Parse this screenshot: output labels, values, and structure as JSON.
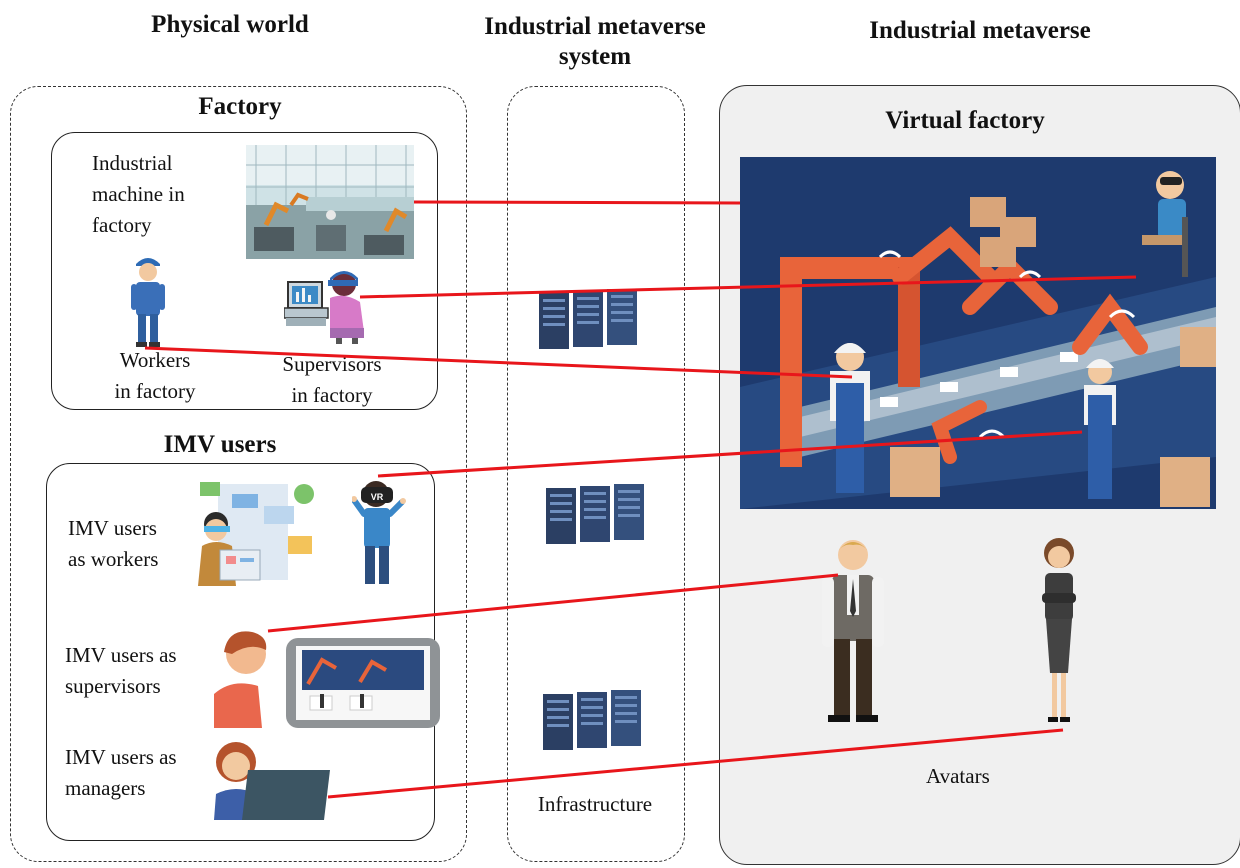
{
  "columns": {
    "physical": "Physical world",
    "system_line1": "Industrial metaverse",
    "system_line2": "system",
    "metaverse": "Industrial metaverse"
  },
  "factory": {
    "title": "Factory",
    "machine_line1": "Industrial",
    "machine_line2": "machine in",
    "machine_line3": "factory",
    "workers_line1": "Workers",
    "workers_line2": "in factory",
    "supervisors_line1": "Supervisors",
    "supervisors_line2": "in factory"
  },
  "imv": {
    "title": "IMV users",
    "workers_line1": "IMV users",
    "workers_line2": "as workers",
    "supervisors_line1": "IMV users as",
    "supervisors_line2": "supervisors",
    "managers_line1": "IMV users as",
    "managers_line2": "managers",
    "vr_label": "VR"
  },
  "system": {
    "infrastructure": "Infrastructure"
  },
  "virtual": {
    "title": "Virtual factory",
    "avatars": "Avatars"
  },
  "colors": {
    "link": "#e8161b",
    "scene_bg": "#1e3a6e",
    "robot_arm": "#e8643a",
    "server": "#2f4670"
  }
}
